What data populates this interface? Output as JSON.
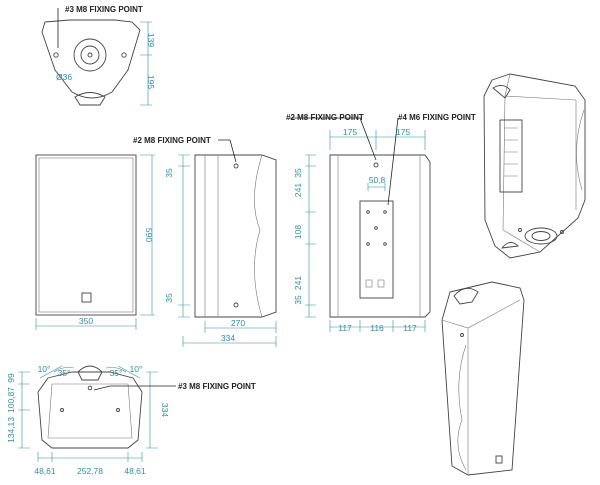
{
  "callouts": {
    "m8_top": "#3 M8 FIXING POINT",
    "m8_side": "#2 M8 FIXING POINT",
    "m8_rear": "#2 M8 FIXING POINT",
    "m6_rear": "#4 M6 FIXING POINT",
    "m8_bottom": "#3 M8 FIXING POINT"
  },
  "dims": {
    "top_139": "139",
    "top_195": "195",
    "top_d36": "Ø36",
    "front_590": "590",
    "front_350": "350",
    "side_35a": "35",
    "side_35b": "35",
    "side_270": "270",
    "side_334": "334",
    "rear_175a": "175",
    "rear_175b": "175",
    "rear_508": "50,8",
    "rear_35a": "35",
    "rear_241a": "241",
    "rear_108": "108",
    "rear_241b": "241",
    "rear_35b": "35",
    "rear_117a": "117",
    "rear_116": "116",
    "rear_117b": "117",
    "bot_10a": "10°",
    "bot_35a": "35°",
    "bot_35b": "35°",
    "bot_10b": "10°",
    "bot_99": "99",
    "bot_10087": "100,87",
    "bot_13413": "134,13",
    "bot_334": "334",
    "bot_4861a": "48,61",
    "bot_25278": "252,78",
    "bot_4861b": "48,61"
  },
  "colors": {
    "dimension": "#2e8fa6",
    "outline": "#444444",
    "callout": "#222222"
  }
}
